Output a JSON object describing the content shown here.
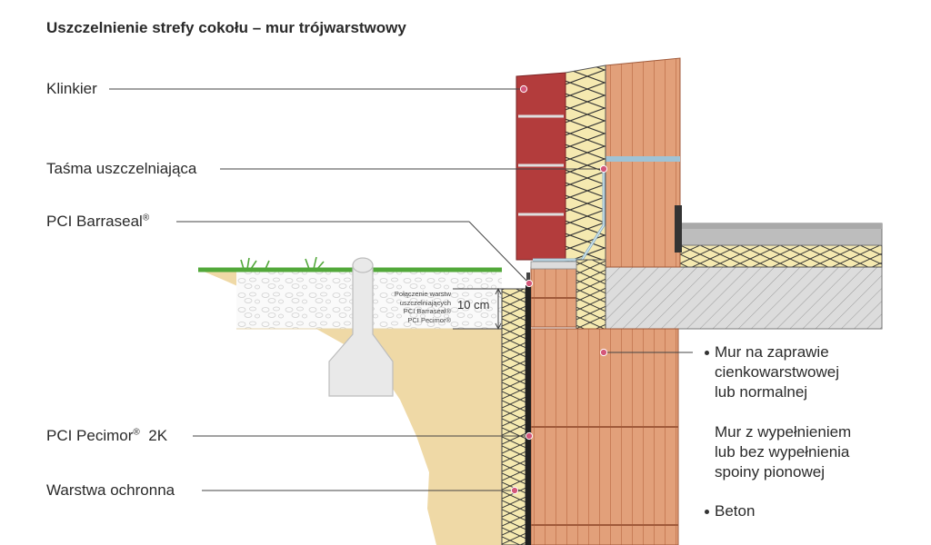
{
  "title": "Uszczelnienie strefy cokołu – mur trójwarstwowy",
  "labels": {
    "klinkier": "Klinkier",
    "tasma": "Taśma uszczelniająca",
    "barraseal": "PCI Barraseal",
    "pecimor": "PCI Pecimor",
    "pecimor_suffix": "2K",
    "warstwa": "Warstwa ochronna",
    "reg": "®"
  },
  "note": {
    "line1": "Połączenie warstw",
    "line2": "uszczelniających",
    "line3": "PCI Barraseal®",
    "line4": "PCI Pecimor®"
  },
  "dimension": "10 cm",
  "right": {
    "mur1": "Mur na zaprawie",
    "mur2": "cienkowarstwowej",
    "mur3": "lub normalnej",
    "wyp1": "Mur z wypełnieniem",
    "wyp2": "lub bez wypełnienia",
    "wyp3": "spoiny pionowej",
    "beton": "Beton"
  },
  "colors": {
    "brick": "#e2a07a",
    "klinkier": "#b33c3c",
    "insulation": "#f5e9b0",
    "concrete": "#dcdcdc",
    "soil": "#efd9a6",
    "grass": "#52a83a",
    "tape": "#9fc3d6"
  }
}
